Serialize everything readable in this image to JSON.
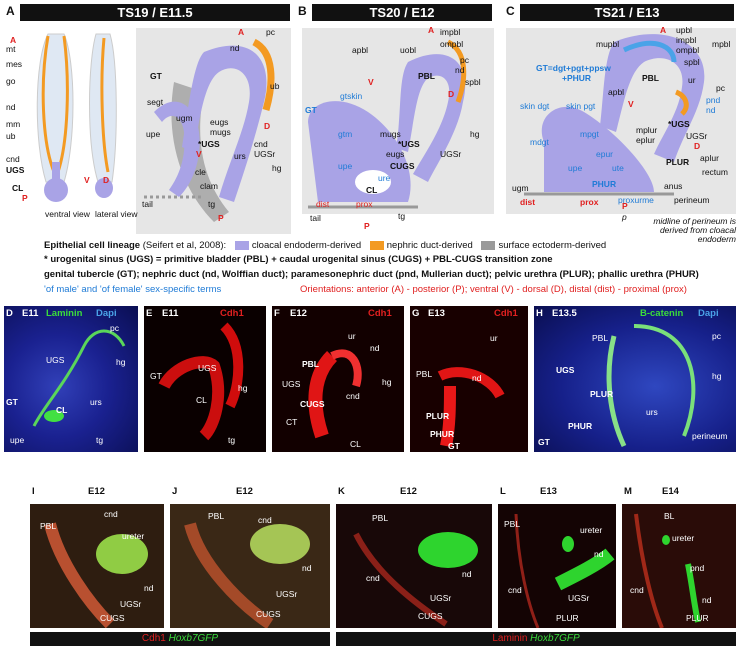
{
  "panels_top": {
    "A": {
      "letter": "A",
      "title": "TS19 / E11.5",
      "left_labels": [
        "mt",
        "mes",
        "go",
        "nd",
        "mm",
        "ub",
        "cnd",
        "UGS",
        "CL",
        "P"
      ],
      "views": [
        "ventral view",
        "lateral view"
      ],
      "view_letters": [
        "V",
        "D",
        "A"
      ],
      "diag_labels": [
        "pc",
        "nd",
        "ub",
        "GT",
        "segt",
        "ugm",
        "upe",
        "eugs",
        "mugs",
        "*UGS",
        "urs",
        "cnd",
        "UGSr",
        "hg",
        "cle",
        "clam",
        "tail",
        "tg",
        "P",
        "V",
        "D",
        "A"
      ]
    },
    "B": {
      "letter": "B",
      "title": "TS20 / E12",
      "labels": [
        "impbl",
        "ompbl",
        "apbl",
        "uobl",
        "pc",
        "nd",
        "PBL",
        "spbl",
        "D",
        "A",
        "V",
        "gtskin",
        "GT",
        "gtm",
        "mugs",
        "*UGS",
        "eugs",
        "UGSr",
        "CUGS",
        "hg",
        "upe",
        "ure",
        "CL",
        "dist",
        "prox",
        "tail",
        "tg",
        "P"
      ]
    },
    "C": {
      "letter": "C",
      "title": "TS21 / E13",
      "labels": [
        "upbl",
        "impbl",
        "ompbl",
        "mpbl",
        "mupbl",
        "spbl",
        "GT=dgt+pgt+ppsw",
        "+PHUR",
        "A",
        "PBL",
        "pc",
        "ur",
        "pnd",
        "nd",
        "apbl",
        "V",
        "skin dgt",
        "skin pgt",
        "mdgt",
        "mpgt",
        "epur",
        "mplur",
        "eplur",
        "*UGS",
        "UGSr",
        "D",
        "aplur",
        "PLUR",
        "rectum",
        "ugm",
        "upe",
        "ute",
        "PHUR",
        "anus",
        "dist",
        "prox",
        "P",
        "proxurme",
        "perineum"
      ],
      "note": "midline of perineum is derived from cloacal endoderm",
      "note_mark": "p"
    }
  },
  "legend": {
    "lineage_label": "Epithelial cell lineage",
    "citation": "(Seifert et al, 2008):",
    "items": [
      {
        "label": "cloacal endoderm-derived",
        "color": "#a9a3e6"
      },
      {
        "label": "nephric duct-derived",
        "color": "#f39a22"
      },
      {
        "label": "surface ectoderm-derived",
        "color": "#9a9a9a"
      }
    ],
    "definition": "* urogenital sinus (UGS) = primitive bladder (PBL) + caudal urogenital sinus (CUGS) + PBL-CUGS transition zone",
    "abbreviations": "genital tubercle (GT); nephric duct (nd, Wolffian duct); paramesonephric duct (pnd, Mullerian duct); pelvic urethra (PLUR); phallic urethra (PHUR)",
    "sex_specific": "'of male' and 'of female' sex-specific terms",
    "orientations": "Orientations: anterior (A) - posterior (P); ventral (V) - dorsal (D), distal (dist) - proximal (prox)"
  },
  "panels_mid": [
    {
      "letter": "D",
      "stage": "E11",
      "stain1": "Laminin",
      "stain2": "Dapi",
      "labels": [
        "pc",
        "UGS",
        "hg",
        "GT",
        "urs",
        "CL",
        "upe",
        "tg"
      ]
    },
    {
      "letter": "E",
      "stage": "E11",
      "stain1": "Cdh1",
      "labels": [
        "GT",
        "UGS",
        "hg",
        "CL",
        "tg"
      ]
    },
    {
      "letter": "F",
      "stage": "E12",
      "stain1": "Cdh1",
      "labels": [
        "ur",
        "nd",
        "PBL",
        "UGS",
        "hg",
        "cnd",
        "CUGS",
        "CT",
        "CL"
      ]
    },
    {
      "letter": "G",
      "stage": "E13",
      "stain1": "Cdh1",
      "labels": [
        "ur",
        "PBL",
        "nd",
        "PLUR",
        "PHUR",
        "GT"
      ]
    },
    {
      "letter": "H",
      "stage": "E13.5",
      "stain1": "B-catenin",
      "stain2": "Dapi",
      "labels": [
        "PBL",
        "pc",
        "UGS",
        "hg",
        "PLUR",
        "urs",
        "PHUR",
        "GT",
        "perineum"
      ]
    }
  ],
  "panels_bot": [
    {
      "letter": "I",
      "stage": "E12",
      "labels": [
        "PBL",
        "cnd",
        "ureter",
        "nd",
        "UGSr",
        "CUGS"
      ]
    },
    {
      "letter": "J",
      "stage": "E12",
      "labels": [
        "PBL",
        "cnd",
        "nd",
        "UGSr",
        "CUGS"
      ]
    },
    {
      "letter": "K",
      "stage": "E12",
      "labels": [
        "PBL",
        "cnd",
        "nd",
        "UGSr",
        "CUGS"
      ]
    },
    {
      "letter": "L",
      "stage": "E13",
      "labels": [
        "PBL",
        "ureter",
        "nd",
        "cnd",
        "UGSr",
        "PLUR"
      ]
    },
    {
      "letter": "M",
      "stage": "E14",
      "labels": [
        "BL",
        "ureter",
        "pnd",
        "cnd",
        "nd",
        "PLUR"
      ]
    }
  ],
  "captions": {
    "left_red": "Cdh1",
    "left_green": "Hoxb7GFP",
    "right_red": "Laminin",
    "right_green": "Hoxb7GFP"
  },
  "colors": {
    "endoderm": "#a9a3e6",
    "nephric": "#f39a22",
    "ectoderm": "#9a9a9a",
    "red_label": "#e02020",
    "blue_label": "#1f7bd6",
    "green_label": "#3bdc3b"
  }
}
